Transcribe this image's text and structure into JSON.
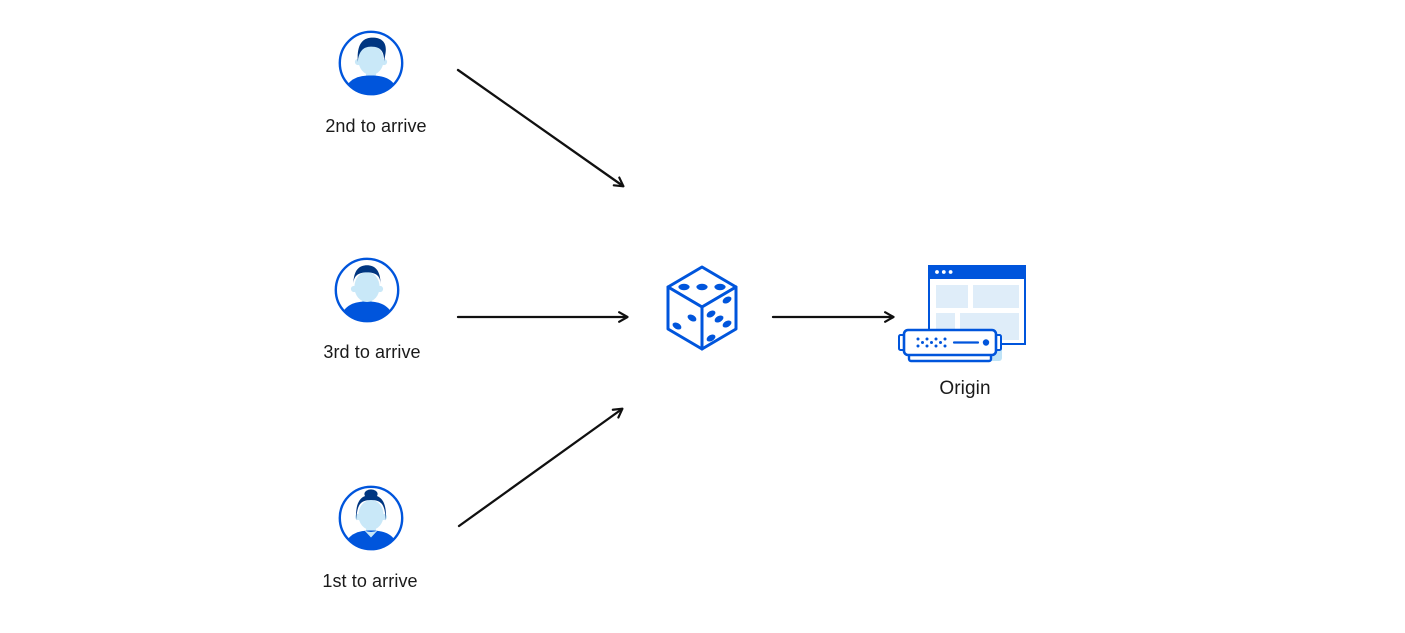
{
  "diagram": {
    "description": "Three visitors arriving in different order are routed through a randomizing dice to a single Origin server",
    "nodes": {
      "visitor_second": {
        "label": "2nd to arrive",
        "icon": "male-user-avatar"
      },
      "visitor_third": {
        "label": "3rd to arrive",
        "icon": "male-user-avatar"
      },
      "visitor_first": {
        "label": "1st to arrive",
        "icon": "female-user-avatar"
      },
      "randomizer": {
        "icon": "dice"
      },
      "origin": {
        "label": "Origin",
        "icon": "origin-server-browser"
      }
    },
    "edges": [
      {
        "from": "visitor_second",
        "to": "randomizer"
      },
      {
        "from": "visitor_third",
        "to": "randomizer"
      },
      {
        "from": "visitor_first",
        "to": "randomizer"
      },
      {
        "from": "randomizer",
        "to": "origin"
      }
    ]
  },
  "colors": {
    "background": "#ffffff",
    "brand_blue": "#0055DC",
    "dark_navy": "#003681",
    "face_light_blue": "#C9E8F8",
    "pale_block_blue": "#DFEDF9",
    "server_shadow_blue": "#BFE3F6",
    "arrow_black": "#101010",
    "text_black": "#1a1a1a"
  }
}
